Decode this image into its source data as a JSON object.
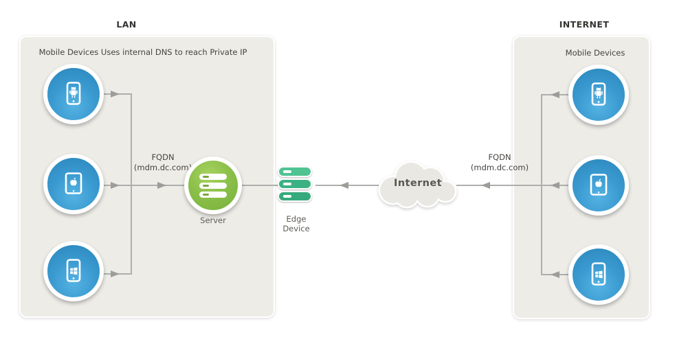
{
  "lan_zone": {
    "title": "LAN",
    "description": "Mobile Devices Uses internal DNS to reach Private IP",
    "fqdn_label": {
      "line1": "FQDN",
      "line2": "(mdm.dc.com)"
    },
    "server_label": "Server",
    "devices": [
      "Android phone",
      "Apple tablet",
      "Windows phone"
    ]
  },
  "internet_zone": {
    "title": "INTERNET",
    "description": "Mobile Devices",
    "fqdn_label": {
      "line1": "FQDN",
      "line2": "(mdm.dc.com)"
    },
    "devices": [
      "Android phone",
      "Apple tablet",
      "Windows phone"
    ]
  },
  "middle": {
    "edge_device_label": {
      "line1": "Edge",
      "line2": "Device"
    },
    "cloud_label": "Internet"
  },
  "colors": {
    "device_blue": "#3a9ad0",
    "server_green": "#8bc04a",
    "edge_teal": "#3cb184",
    "connector_gray": "#aeaeac",
    "panel_fill": "#edece7",
    "cloud_fill": "#eae8e2",
    "background": "#ffffff"
  }
}
